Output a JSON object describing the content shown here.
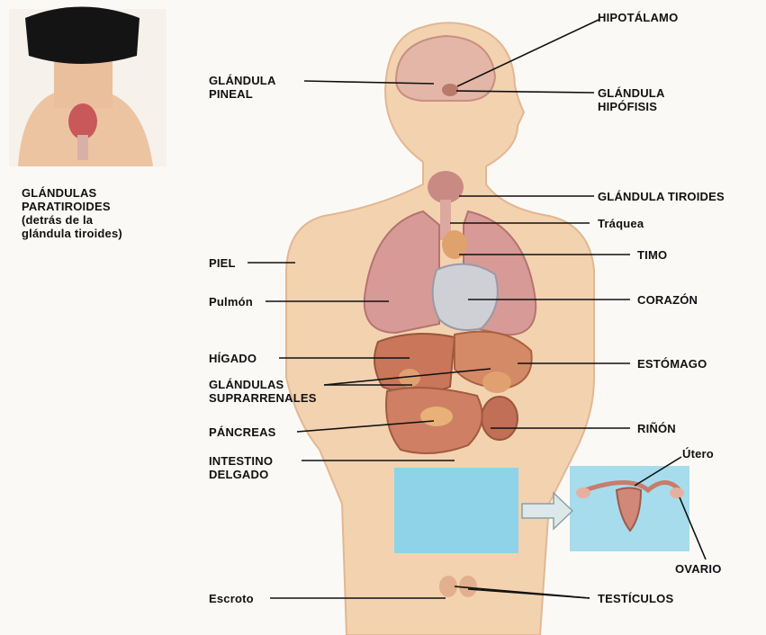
{
  "labels": {
    "hipotalamo": "HIPOTÁLAMO",
    "pineal": "GLÁNDULA\nPINEAL",
    "hipofisis": "GLÁNDULA\nHIPÓFISIS",
    "paratiroides": "GLÁNDULAS\nPARATIROIDES\n(detrás de la\nglándula tiroides)",
    "tiroides": "GLÁNDULA TIROIDES",
    "traquea": "Tráquea",
    "piel": "PIEL",
    "timo": "TIMO",
    "pulmon": "Pulmón",
    "corazon": "CORAZÓN",
    "higado": "HÍGADO",
    "estomago": "ESTÓMAGO",
    "suprarrenales": "GLÁNDULAS\nSUPRARRENALES",
    "rinon": "RIÑÓN",
    "pancreas": "PÁNCREAS",
    "intestino": "INTESTINO\nDELGADO",
    "utero": "Útero",
    "ovario": "OVARIO",
    "escroto": "Escroto",
    "testiculos": "TESTÍCULOS"
  },
  "colors": {
    "skin": "#f3d2b0",
    "skin_shade": "#e8b994",
    "lung": "#d79a96",
    "heart": "#cfcfd6",
    "liver": "#c9765a",
    "thyroid": "#c98a84",
    "thymus": "#e0a26c",
    "inset_blue": "#8fd3e8",
    "arrow_fill": "#dde8ea",
    "line": "#111111"
  }
}
